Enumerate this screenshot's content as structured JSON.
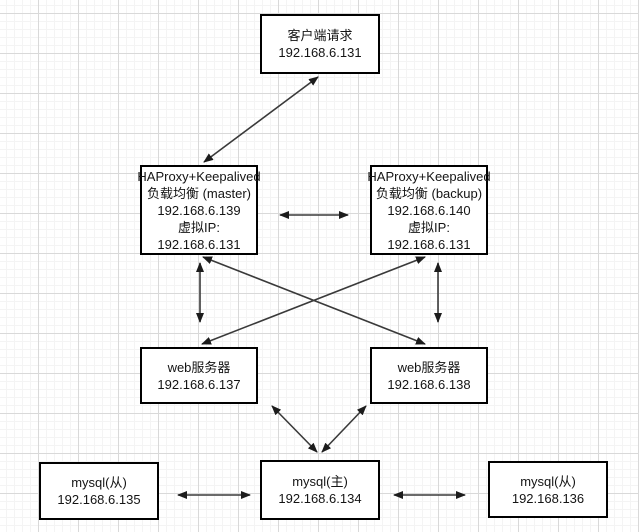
{
  "diagram": {
    "title": "HAProxy + Keepalived load-balancing architecture",
    "colors": {
      "node_border": "#000000",
      "node_fill": "#ffffff",
      "connector": "#3a3a3a",
      "text": "#141414",
      "grid_major": "#d9d9d9",
      "grid_minor": "#f4f4f4",
      "background": "#ffffff"
    },
    "nodes": [
      {
        "id": "client",
        "lines": [
          "客户端请求",
          "192.168.6.131"
        ]
      },
      {
        "id": "lb_master",
        "lines": [
          "HAProxy+Keepalived",
          "负载均衡 (master)",
          "192.168.6.139",
          "虚拟IP:",
          "192.168.6.131"
        ]
      },
      {
        "id": "lb_backup",
        "lines": [
          "HAProxy+Keepalived",
          "负载均衡 (backup)",
          "192.168.6.140",
          "虚拟IP:",
          "192.168.6.131"
        ]
      },
      {
        "id": "web1",
        "lines": [
          "web服务器",
          "192.168.6.137"
        ]
      },
      {
        "id": "web2",
        "lines": [
          "web服务器",
          "192.168.6.138"
        ]
      },
      {
        "id": "mysql_slave1",
        "lines": [
          "mysql(从)",
          "192.168.6.135"
        ]
      },
      {
        "id": "mysql_master",
        "lines": [
          "mysql(主)",
          "192.168.6.134"
        ]
      },
      {
        "id": "mysql_slave2",
        "lines": [
          "mysql(从)",
          "192.168.136"
        ]
      }
    ],
    "edges": [
      {
        "from": "client",
        "to": "lb_master",
        "direction": "both"
      },
      {
        "from": "lb_master",
        "to": "lb_backup",
        "direction": "both"
      },
      {
        "from": "lb_master",
        "to": "web1",
        "direction": "both"
      },
      {
        "from": "lb_backup",
        "to": "web2",
        "direction": "both"
      },
      {
        "from": "lb_master",
        "to": "web2",
        "direction": "both"
      },
      {
        "from": "lb_backup",
        "to": "web1",
        "direction": "both"
      },
      {
        "from": "web1",
        "to": "mysql_master",
        "direction": "both"
      },
      {
        "from": "web2",
        "to": "mysql_master",
        "direction": "both"
      },
      {
        "from": "mysql_slave1",
        "to": "mysql_master",
        "direction": "both"
      },
      {
        "from": "mysql_master",
        "to": "mysql_slave2",
        "direction": "both"
      }
    ]
  }
}
